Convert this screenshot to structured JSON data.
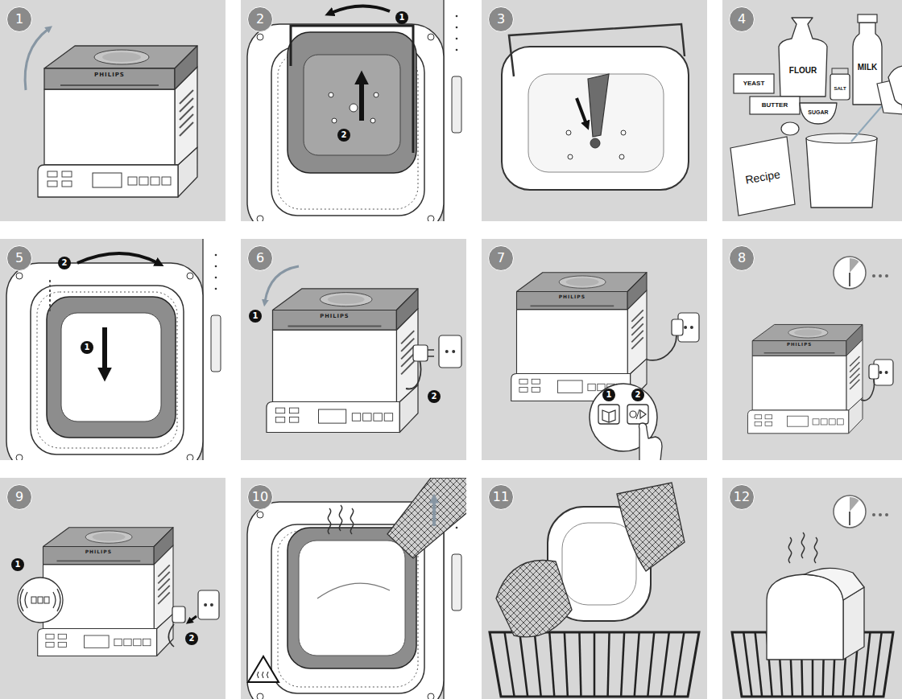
{
  "diagram": {
    "nodes": [
      {
        "text": [
          "1"
        ]
      },
      {
        "text": [
          "2"
        ]
      },
      {
        "text": [
          "1"
        ]
      },
      {
        "text": [
          "2"
        ]
      },
      {
        "text": [
          "3"
        ]
      },
      {
        "text": [
          "4"
        ]
      },
      {
        "text": [
          "5"
        ]
      },
      {
        "text": [
          "1"
        ]
      },
      {
        "text": [
          "2"
        ]
      },
      {
        "text": [
          "6"
        ]
      },
      {
        "text": [
          "1"
        ]
      },
      {
        "text": [
          "2"
        ]
      },
      {
        "text": [
          "7"
        ]
      },
      {
        "text": [
          "1"
        ]
      },
      {
        "text": [
          "2"
        ]
      },
      {
        "text": [
          "8"
        ]
      },
      {
        "text": [
          "9"
        ]
      },
      {
        "text": [
          "1"
        ]
      },
      {
        "text": [
          "2"
        ]
      },
      {
        "text": [
          "10"
        ]
      },
      {
        "text": [
          "11"
        ]
      },
      {
        "text": [
          "12"
        ]
      }
    ],
    "labels": [
      "PHILIPS",
      "YEAST",
      "FLOUR",
      "MILK",
      "BUTTER",
      "SUGAR",
      "SALT",
      "Recipe",
      "PHILIPS",
      "PHILIPS",
      "PHILIPS",
      "PHILIPS"
    ]
  }
}
